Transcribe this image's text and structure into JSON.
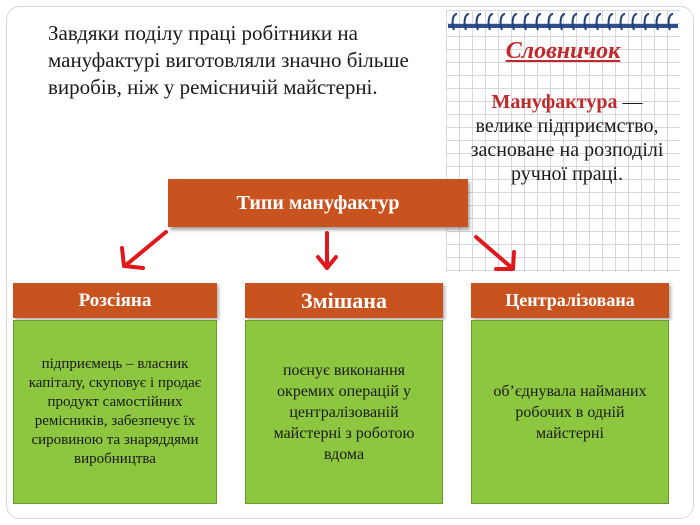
{
  "intro_text": "Завдяки поділу праці робітники на мануфактурі виготовляли значно більше виробів, ніж у ремісничій майстерні.",
  "notebook": {
    "title": "Словничок",
    "term": "Мануфактура",
    "definition": " — велике підприємство, засноване на розподілі ручної праці."
  },
  "types_header": "Типи мануфактур",
  "categories": [
    {
      "title": "Розсіяна",
      "description": "підприємець – власник капіталу, скуповує і продає продукт самостійних ремісників, забезпечує їх сировиною та знаряддями виробництва"
    },
    {
      "title": "Змішана",
      "description": "поєнує виконання окремих операцій у централізованій майстерні з роботою вдома"
    },
    {
      "title": "Централізована",
      "description": "об’єднувала найманих робочих в одній майстерні"
    }
  ],
  "colors": {
    "header_fill": "#c9531f",
    "box_fill": "#8dc63f",
    "arrow": "#e0181b",
    "accent_text": "#c0282a"
  }
}
